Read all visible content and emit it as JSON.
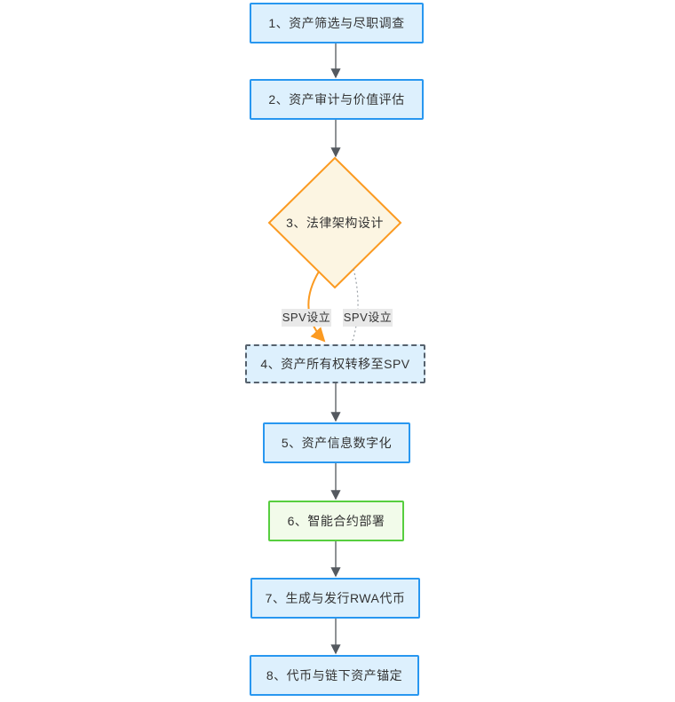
{
  "nodes": [
    {
      "id": "step1",
      "label": "1、资产筛选与尽职调查",
      "shape": "rect",
      "style": "blue"
    },
    {
      "id": "step2",
      "label": "2、资产审计与价值评估",
      "shape": "rect",
      "style": "blue"
    },
    {
      "id": "step3",
      "label": "3、法律架构设计",
      "shape": "diamond",
      "style": "orange"
    },
    {
      "id": "step4",
      "label": "4、资产所有权转移至SPV",
      "shape": "rect",
      "style": "blue-dashed"
    },
    {
      "id": "step5",
      "label": "5、资产信息数字化",
      "shape": "rect",
      "style": "blue"
    },
    {
      "id": "step6",
      "label": "6、智能合约部署",
      "shape": "rect",
      "style": "green"
    },
    {
      "id": "step7",
      "label": "7、生成与发行RWA代币",
      "shape": "rect",
      "style": "blue"
    },
    {
      "id": "step8",
      "label": "8、代币与链下资产锚定",
      "shape": "rect",
      "style": "blue"
    }
  ],
  "edges": [
    {
      "from": "step1",
      "to": "step2",
      "style": "solid-gray-arrow",
      "label": ""
    },
    {
      "from": "step2",
      "to": "step3",
      "style": "solid-gray-arrow",
      "label": ""
    },
    {
      "from": "step3",
      "to": "step4",
      "style": "solid-orange-curve-arrow",
      "label": "SPV设立"
    },
    {
      "from": "step3",
      "to": "step4",
      "style": "dotted-gray-curve",
      "label": "SPV设立"
    },
    {
      "from": "step4",
      "to": "step5",
      "style": "solid-gray-arrow",
      "label": ""
    },
    {
      "from": "step5",
      "to": "step6",
      "style": "solid-gray-arrow",
      "label": ""
    },
    {
      "from": "step6",
      "to": "step7",
      "style": "solid-gray-arrow",
      "label": ""
    },
    {
      "from": "step7",
      "to": "step8",
      "style": "solid-gray-arrow",
      "label": ""
    }
  ],
  "palette": {
    "blue_border": "#2897f0",
    "blue_fill": "#ddf0fd",
    "dashed_border": "#56626e",
    "green_border": "#57ce3f",
    "green_fill": "#f2fbea",
    "diamond_border": "#fb9a21",
    "diamond_fill": "#fcf5e2",
    "arrow_gray": "#54595f",
    "edge_label_bg": "#e9e9e9",
    "text": "#333333",
    "background": "#ffffff"
  }
}
